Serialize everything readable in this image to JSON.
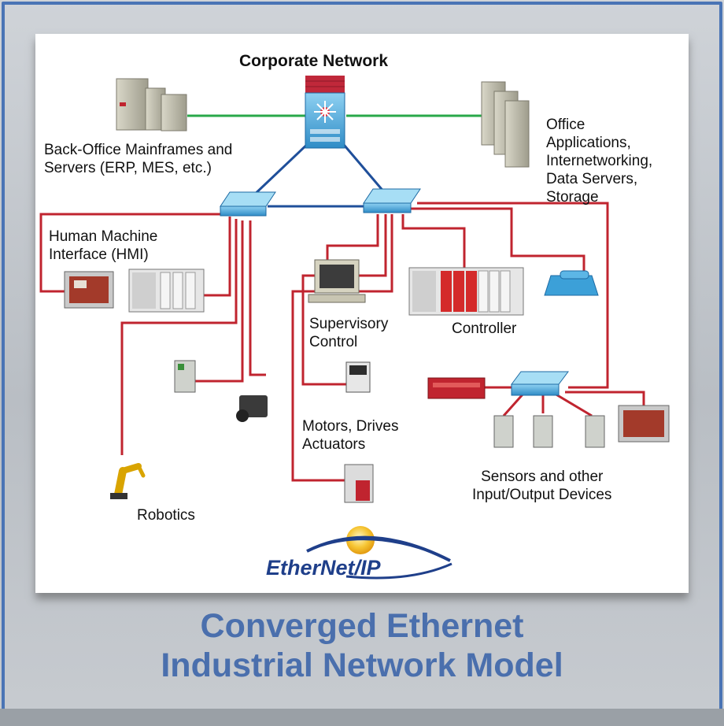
{
  "diagram": {
    "nodes": {
      "corporate_network": "Corporate Network",
      "back_office": "Back-Office Mainframes and\nServers (ERP, MES, etc.)",
      "office_apps": "Office\nApplications,\nInternetworking,\nData Servers,\nStorage",
      "hmi": "Human Machine\nInterface (HMI)",
      "supervisory": "Supervisory\nControl",
      "controller": "Controller",
      "motors": "Motors, Drives\nActuators",
      "sensors": "Sensors and other\nInput/Output Devices",
      "robotics": "Robotics"
    },
    "logo_text": "EtherNet/IP",
    "colors": {
      "backbone_line": "#1f4f9a",
      "corporate_line": "#29a84a",
      "device_line": "#c0242f",
      "switch_fill": "#3a9fd6",
      "title_text": "#4a6fad"
    }
  },
  "title": {
    "line1": "Converged Ethernet",
    "line2": "Industrial Network Model"
  }
}
